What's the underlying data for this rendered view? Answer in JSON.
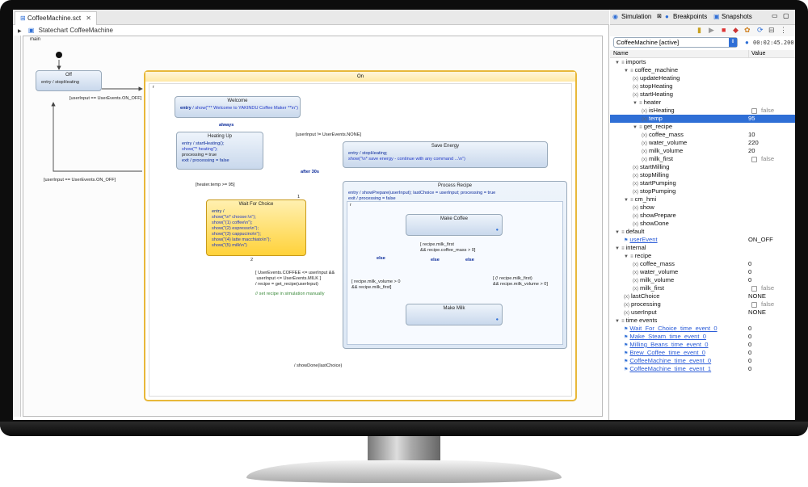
{
  "editor": {
    "tab_title": "CoffeeMachine.sct",
    "breadcrumb": "Statechart CoffeeMachine",
    "region_main": "main",
    "region_r": "r",
    "states": {
      "off": {
        "name": "Off",
        "entry": "entry / stopHeating"
      },
      "on": {
        "name": "On"
      },
      "welcome": {
        "name": "Welcome",
        "entry_kw": "entry",
        "entry_rest": "/ show(\"** Welcome to YAKINDU Coffee Maker **\\n\")"
      },
      "heating_up": {
        "name": "Heating Up",
        "lines": [
          "entry / startHeating();",
          "show(\"* heating\");",
          "processing = true",
          "exit / processing = false"
        ]
      },
      "save_energy": {
        "name": "Save Energy",
        "lines": [
          "entry / stopHeating;",
          "show(\"\\n* save energy - continue with any command ...\\n\")"
        ]
      },
      "wait_for_choice": {
        "name": "Wait For Choice",
        "lines": [
          "entry /",
          "show(\"\\n* choose:\\n\");",
          "show(\"(1) coffee\\n\");",
          "show(\"(2) espresso\\n\");",
          "show(\"(3) cappucino\\n\");",
          "show(\"(4) latte macchiato\\n\");",
          "show(\"(5) milk\\n\")"
        ]
      },
      "process_recipe": {
        "name": "Process Recipe",
        "lines": [
          "entry / showPrepare(userInput); lastChoice = userInput; processing = true",
          "exit / processing = false"
        ]
      },
      "make_coffee": {
        "name": "Make Coffee"
      },
      "make_milk": {
        "name": "Make Milk"
      }
    },
    "transitions": {
      "off_to_on": "[userInput == UserEvents.ON_OFF]",
      "on_to_off": "[userInput == UserEvents.ON_OFF]",
      "always": "always",
      "to_save": "[userInput != UserEvents.NONE]",
      "after": "after 30s",
      "heater": "[heater.temp >= 95]",
      "choice": "[ UserEvents.COFFEE <= userInput &&\n userInput <= UserEvents.MILK ]\n/ recipe = get_recipe(userInput)",
      "comment": "// set recipe in simulation manually",
      "done": "/ showDone(lastChoice)",
      "milk_first": "[ recipe.milk_first\n&& recipe.coffee_mass > 0]",
      "milk_volume": "[ recipe.milk_volume > 0\n&& recipe.milk_first]",
      "not_milk_first": "[ (! recipe.milk_first)\n&& recipe.milk_volume > 0]",
      "else": "else",
      "n1": "1",
      "n2": "2"
    }
  },
  "simulation": {
    "tabs": [
      "Simulation",
      "Breakpoints",
      "Snapshots"
    ],
    "session": "CoffeeMachine [active]",
    "clock": "00:02:45.200",
    "col_name": "Name",
    "col_value": "Value",
    "rows": [
      {
        "indent": 0,
        "kind": "folder",
        "label": "imports",
        "value": ""
      },
      {
        "indent": 1,
        "kind": "folder",
        "label": "coffee_machine",
        "value": ""
      },
      {
        "indent": 2,
        "kind": "item",
        "label": "updateHeating",
        "value": ""
      },
      {
        "indent": 2,
        "kind": "item",
        "label": "stopHeating",
        "value": ""
      },
      {
        "indent": 2,
        "kind": "item",
        "label": "startHeating",
        "value": ""
      },
      {
        "indent": 2,
        "kind": "folder",
        "label": "heater",
        "value": ""
      },
      {
        "indent": 3,
        "kind": "item",
        "label": "isHeating",
        "value": "false",
        "check": true
      },
      {
        "indent": 3,
        "kind": "item",
        "label": "temp",
        "value": "95",
        "selected": true
      },
      {
        "indent": 2,
        "kind": "folder",
        "label": "get_recipe",
        "value": ""
      },
      {
        "indent": 3,
        "kind": "item",
        "label": "coffee_mass",
        "value": "10"
      },
      {
        "indent": 3,
        "kind": "item",
        "label": "water_volume",
        "value": "220"
      },
      {
        "indent": 3,
        "kind": "item",
        "label": "milk_volume",
        "value": "20"
      },
      {
        "indent": 3,
        "kind": "item",
        "label": "milk_first",
        "value": "false",
        "check": true
      },
      {
        "indent": 2,
        "kind": "item",
        "label": "startMilling",
        "value": ""
      },
      {
        "indent": 2,
        "kind": "item",
        "label": "stopMilling",
        "value": ""
      },
      {
        "indent": 2,
        "kind": "item",
        "label": "startPumping",
        "value": ""
      },
      {
        "indent": 2,
        "kind": "item",
        "label": "stopPumping",
        "value": ""
      },
      {
        "indent": 1,
        "kind": "folder",
        "label": "cm_hmi",
        "value": ""
      },
      {
        "indent": 2,
        "kind": "item",
        "label": "show",
        "value": ""
      },
      {
        "indent": 2,
        "kind": "item",
        "label": "showPrepare",
        "value": ""
      },
      {
        "indent": 2,
        "kind": "item",
        "label": "showDone",
        "value": ""
      },
      {
        "indent": 0,
        "kind": "folder",
        "label": "default",
        "value": ""
      },
      {
        "indent": 1,
        "kind": "event",
        "label": "userEvent",
        "value": "ON_OFF"
      },
      {
        "indent": 0,
        "kind": "folder",
        "label": "internal",
        "value": ""
      },
      {
        "indent": 1,
        "kind": "folder",
        "label": "recipe",
        "value": ""
      },
      {
        "indent": 2,
        "kind": "item",
        "label": "coffee_mass",
        "value": "0"
      },
      {
        "indent": 2,
        "kind": "item",
        "label": "water_volume",
        "value": "0"
      },
      {
        "indent": 2,
        "kind": "item",
        "label": "milk_volume",
        "value": "0"
      },
      {
        "indent": 2,
        "kind": "item",
        "label": "milk_first",
        "value": "false",
        "check": true
      },
      {
        "indent": 1,
        "kind": "item",
        "label": "lastChoice",
        "value": "NONE"
      },
      {
        "indent": 1,
        "kind": "item",
        "label": "processing",
        "value": "false",
        "check": true
      },
      {
        "indent": 1,
        "kind": "item",
        "label": "userInput",
        "value": "NONE"
      },
      {
        "indent": 0,
        "kind": "folder",
        "label": "time events",
        "value": ""
      },
      {
        "indent": 1,
        "kind": "event",
        "label": "Wait_For_Choice_time_event_0",
        "value": "0"
      },
      {
        "indent": 1,
        "kind": "event",
        "label": "Make_Steam_time_event_0",
        "value": "0"
      },
      {
        "indent": 1,
        "kind": "event",
        "label": "Milling_Beans_time_event_0",
        "value": "0"
      },
      {
        "indent": 1,
        "kind": "event",
        "label": "Brew_Coffee_time_event_0",
        "value": "0"
      },
      {
        "indent": 1,
        "kind": "event",
        "label": "CoffeeMachine_time_event_0",
        "value": "0"
      },
      {
        "indent": 1,
        "kind": "event",
        "label": "CoffeeMachine_time_event_1",
        "value": "0"
      }
    ]
  },
  "colors": {
    "accent": "#2f6fd6",
    "on_state_border": "#e8b83a",
    "wait_state_fill": "#ffd23a"
  }
}
